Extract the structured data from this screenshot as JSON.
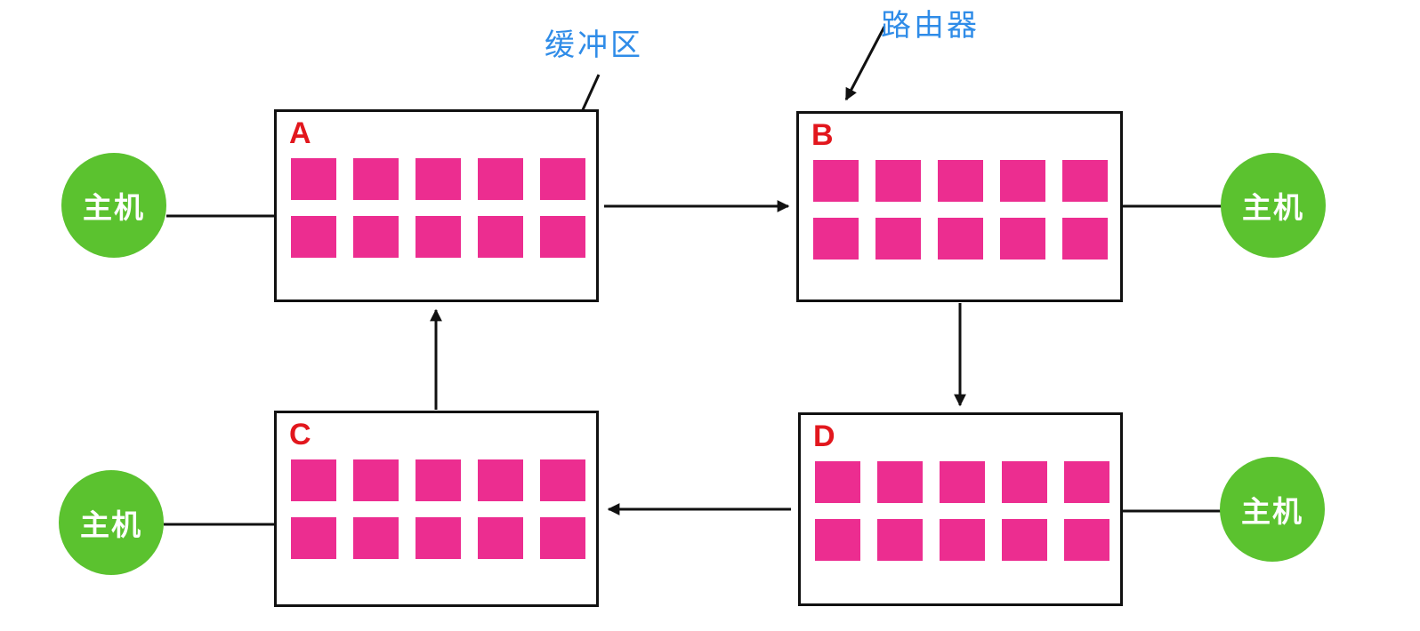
{
  "diagram": {
    "title_hint": "router-buffer-network-topology",
    "annotations": {
      "buffer_label": "缓冲区",
      "router_label": "路由器"
    },
    "routers": [
      {
        "label": "A",
        "buffer_count": 10,
        "buffer_rows": 2,
        "buffer_cols": 5
      },
      {
        "label": "B",
        "buffer_count": 10,
        "buffer_rows": 2,
        "buffer_cols": 5
      },
      {
        "label": "C",
        "buffer_count": 10,
        "buffer_rows": 2,
        "buffer_cols": 5
      },
      {
        "label": "D",
        "buffer_count": 10,
        "buffer_rows": 2,
        "buffer_cols": 5
      }
    ],
    "hosts": [
      {
        "label": "主机",
        "position": "top-left"
      },
      {
        "label": "主机",
        "position": "top-right"
      },
      {
        "label": "主机",
        "position": "bottom-left"
      },
      {
        "label": "主机",
        "position": "bottom-right"
      }
    ],
    "links": [
      {
        "from": "A",
        "to": "B",
        "type": "arrow"
      },
      {
        "from": "B",
        "to": "D",
        "type": "arrow"
      },
      {
        "from": "D",
        "to": "C",
        "type": "arrow"
      },
      {
        "from": "C",
        "to": "A",
        "type": "arrow"
      },
      {
        "from": "host-top-left",
        "to": "A",
        "type": "line"
      },
      {
        "from": "B",
        "to": "host-top-right",
        "type": "line"
      },
      {
        "from": "host-bottom-left",
        "to": "C",
        "type": "line"
      },
      {
        "from": "D",
        "to": "host-bottom-right",
        "type": "line"
      },
      {
        "from": "buffer-annotation",
        "to": "A-buffer-cell",
        "type": "arrow"
      },
      {
        "from": "router-annotation",
        "to": "B",
        "type": "arrow"
      }
    ]
  },
  "colors": {
    "pink": "#EC2D90",
    "green": "#5BC22F",
    "red": "#E2171D",
    "blue": "#2F8CE8",
    "line": "#111111"
  }
}
